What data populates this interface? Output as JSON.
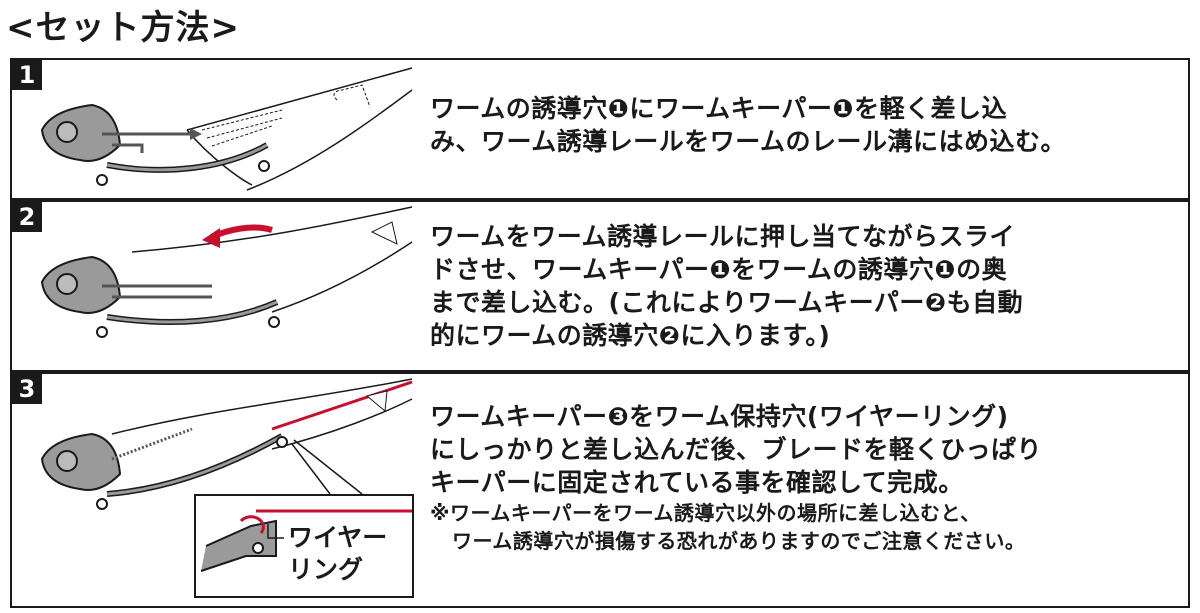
{
  "title": "<セット方法>",
  "steps": [
    {
      "number": "1",
      "lines": [
        "ワームの誘導穴❶にワームキーパー❶を軽く差し込",
        "み、ワーム誘導レールをワームのレール溝にはめ込む。"
      ]
    },
    {
      "number": "2",
      "lines": [
        "ワームをワーム誘導レールに押し当てながらスライ",
        "ドさせ、ワームキーパー❶をワームの誘導穴❶の奥",
        "まで差し込む。(これによりワームキーパー❷も自動",
        "的にワームの誘導穴❷に入ります。)"
      ]
    },
    {
      "number": "3",
      "lines": [
        "ワームキーパー❸をワーム保持穴(ワイヤーリング)",
        "にしっかりと差し込んだ後、ブレードを軽くひっぱり",
        "キーパーに固定されている事を確認して完成。"
      ],
      "notes": [
        "※ワームキーパーをワーム誘導穴以外の場所に差し込むと、",
        "ワーム誘導穴が損傷する恐れがありますのでご注意ください。"
      ],
      "inset_label": [
        "ワイヤー",
        "リング"
      ]
    }
  ],
  "colors": {
    "accent_red": "#c8102e",
    "ink": "#1a1a1a",
    "jig_gray": "#9a9a9a"
  }
}
